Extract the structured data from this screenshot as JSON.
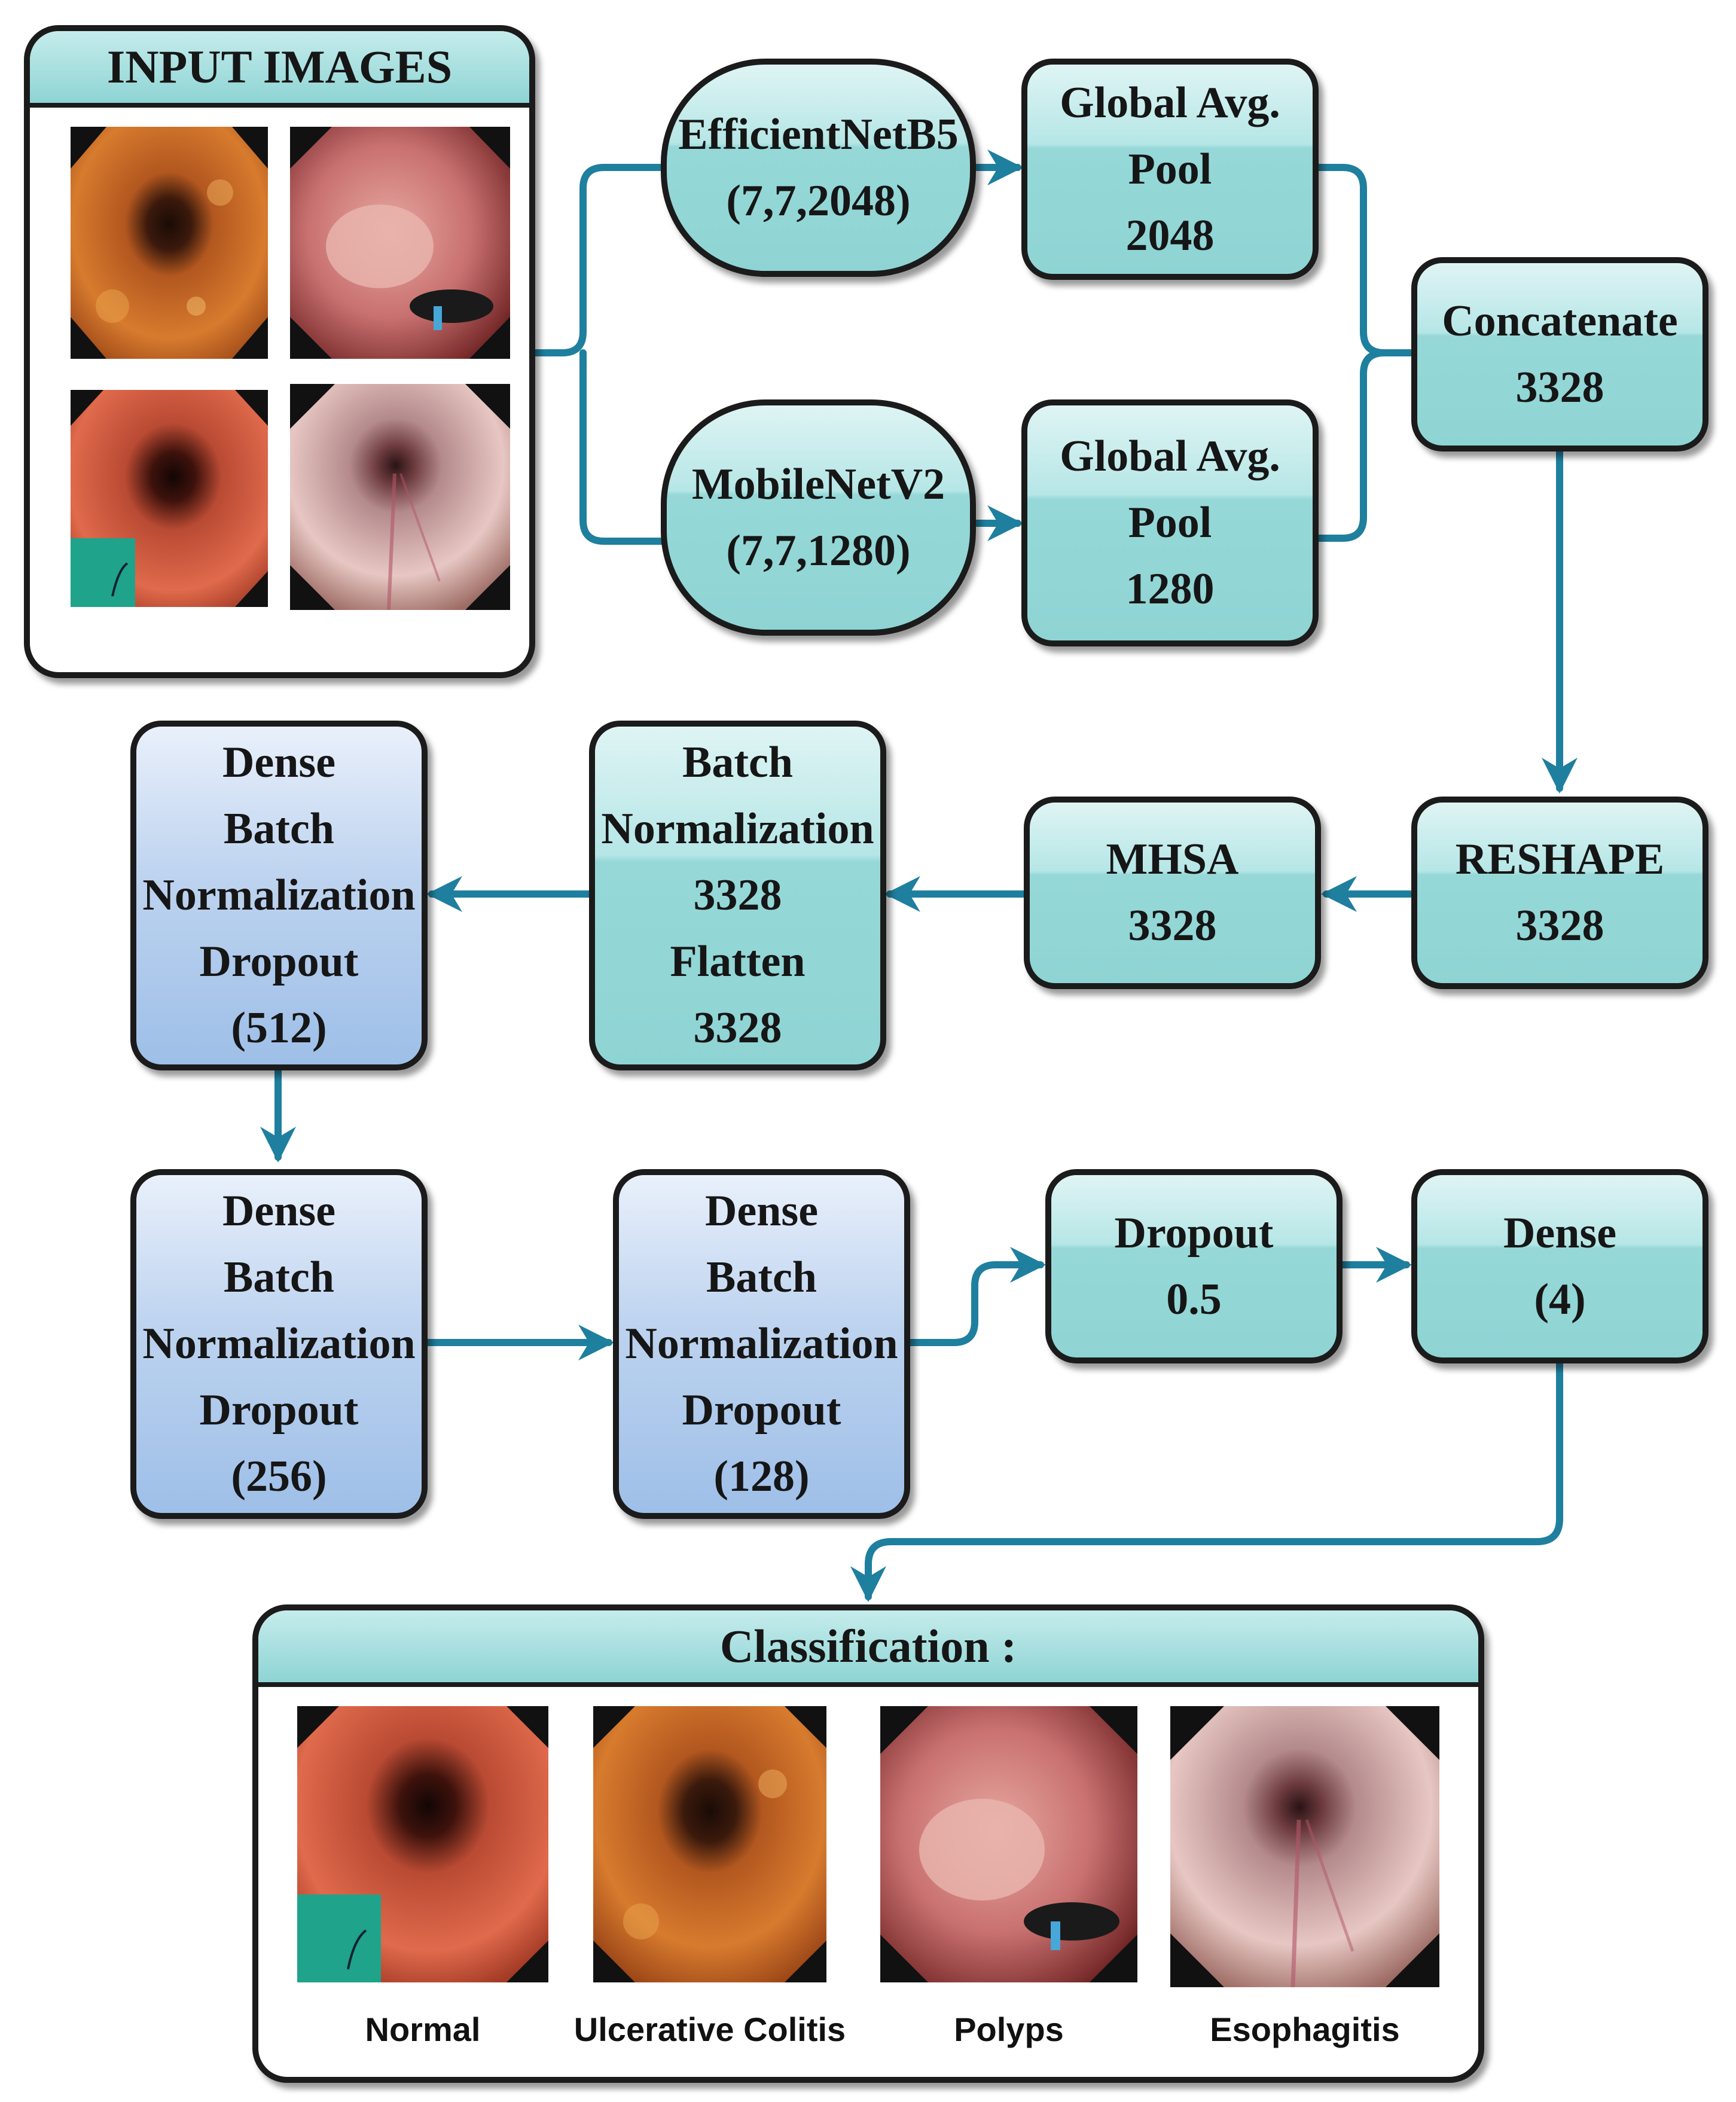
{
  "input_panel": {
    "title": "INPUT IMAGES"
  },
  "nodes": {
    "efficientnet": {
      "lines": [
        "EfficientNetB5",
        "(7,7,2048)"
      ]
    },
    "mobilenet": {
      "lines": [
        "MobileNetV2",
        "(7,7,1280)"
      ]
    },
    "gap_effnet": {
      "lines": [
        "Global Avg.",
        "Pool",
        "2048"
      ]
    },
    "gap_mobilenet": {
      "lines": [
        "Global Avg.",
        "Pool",
        "1280"
      ]
    },
    "concatenate": {
      "lines": [
        "Concatenate",
        "3328"
      ]
    },
    "reshape": {
      "lines": [
        "RESHAPE",
        "3328"
      ]
    },
    "mhsa": {
      "lines": [
        "MHSA",
        "3328"
      ]
    },
    "batchnorm_flatten": {
      "lines": [
        "Batch",
        "Normalization",
        "3328",
        "Flatten",
        "3328"
      ]
    },
    "dense_512": {
      "lines": [
        "Dense",
        "Batch",
        "Normalization",
        "Dropout",
        "(512)"
      ]
    },
    "dense_256": {
      "lines": [
        "Dense",
        "Batch",
        "Normalization",
        "Dropout",
        "(256)"
      ]
    },
    "dense_128": {
      "lines": [
        "Dense",
        "Batch",
        "Normalization",
        "Dropout",
        "(128)"
      ]
    },
    "dropout": {
      "lines": [
        "Dropout",
        "0.5"
      ]
    },
    "dense_out": {
      "lines": [
        "Dense",
        "(4)"
      ]
    }
  },
  "classification": {
    "title": "Classification :",
    "classes": [
      "Normal",
      "Ulcerative Colitis",
      "Polyps",
      "Esophagitis"
    ]
  },
  "colors": {
    "arrow": "#1f7f9e",
    "teal_node": "#8fd4d4",
    "blue_node": "#9ebfe8",
    "border": "#1b1b1b"
  },
  "icons": {
    "normal": "endoscopy-normal-image",
    "ulcerative_colitis": "endoscopy-ulcerative-colitis-image",
    "polyps": "endoscopy-polyps-image",
    "esophagitis": "endoscopy-esophagitis-image"
  }
}
